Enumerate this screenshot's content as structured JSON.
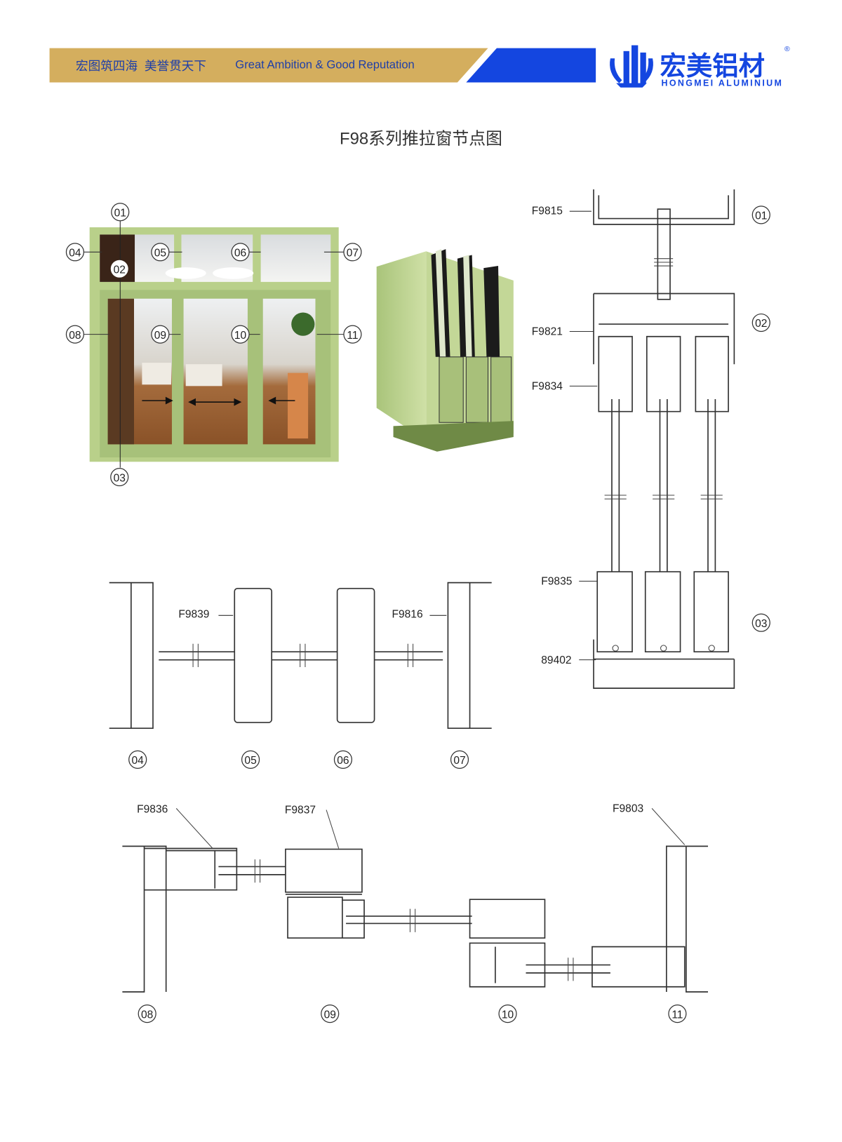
{
  "header": {
    "slogan_cn": "宏图筑四海  美誉贯天下",
    "slogan_en": "Great Ambition & Good Reputation",
    "brand_cn": "宏美铝材",
    "brand_en": "HONGMEI ALUMINIUM",
    "registered": "®",
    "colors": {
      "gold": "#D4AE5E",
      "blue": "#1446E0",
      "text_blue": "#1F3FA8"
    }
  },
  "title": "F98系列推拉窗节点图",
  "callouts": [
    "01",
    "02",
    "03",
    "04",
    "05",
    "06",
    "07",
    "08",
    "09",
    "10",
    "11"
  ],
  "profiles": {
    "f9815": "F9815",
    "f9821": "F9821",
    "f9834": "F9834",
    "f9835": "F9835",
    "p89402": "89402",
    "f9839": "F9839",
    "f9816": "F9816",
    "f9836": "F9836",
    "f9837": "F9837",
    "f9803": "F9803"
  },
  "frame_color": "#B9D08A"
}
